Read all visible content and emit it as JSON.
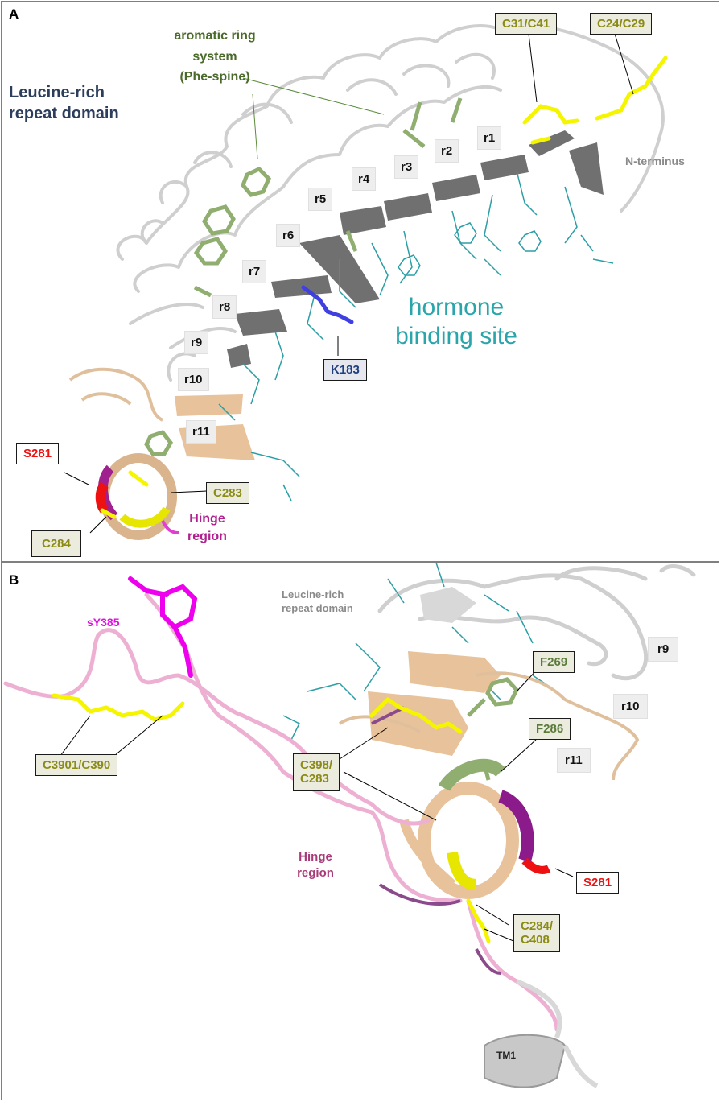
{
  "panel_a": {
    "letter": "A",
    "domain_title_line1": "Leucine-rich",
    "domain_title_line2": "repeat domain",
    "aromatic_line1": "aromatic ring",
    "aromatic_line2": "system",
    "aromatic_line3": "(Phe-spine)",
    "n_terminus": "N-terminus",
    "hormone_line1": "hormone",
    "hormone_line2": "binding site",
    "hinge_line1": "Hinge",
    "hinge_line2": "region",
    "repeats": [
      "r1",
      "r2",
      "r3",
      "r4",
      "r5",
      "r6",
      "r7",
      "r8",
      "r9",
      "r10",
      "r11"
    ],
    "residues": {
      "c31_c41": "C31/C41",
      "c24_c29": "C24/C29",
      "k183": "K183",
      "s281": "S281",
      "c283": "C283",
      "c284": "C284"
    }
  },
  "panel_b": {
    "letter": "B",
    "domain_line1": "Leucine-rich",
    "domain_line2": "repeat domain",
    "sy385": "sY385",
    "hinge_line1": "Hinge",
    "hinge_line2": "region",
    "tm1": "TM1",
    "repeats": [
      "r9",
      "r10",
      "r11"
    ],
    "residues": {
      "c3901_c390": "C3901/C390",
      "f269": "F269",
      "f286": "F286",
      "c398_line1": "C398/",
      "c398_line2": "C283",
      "s281": "S281",
      "c284_line1": "C284/",
      "c284_line2": "C408"
    }
  },
  "colors": {
    "lrr_backbone": "#dcdcdc",
    "beta_strand": "#6e6e6e",
    "hinge_tan": "#e9c9a5",
    "phe_spine": "#8fae70",
    "cysteine": "#ffff00",
    "serine": "#ff0000",
    "lysine": "#3f3fd6",
    "binding_site": "#2a9fa6",
    "hinge_pink": "#eeb0d2",
    "sulfo_tyrosine": "#ff00ff",
    "hinge_helix_purple": "#8b1a8b"
  }
}
